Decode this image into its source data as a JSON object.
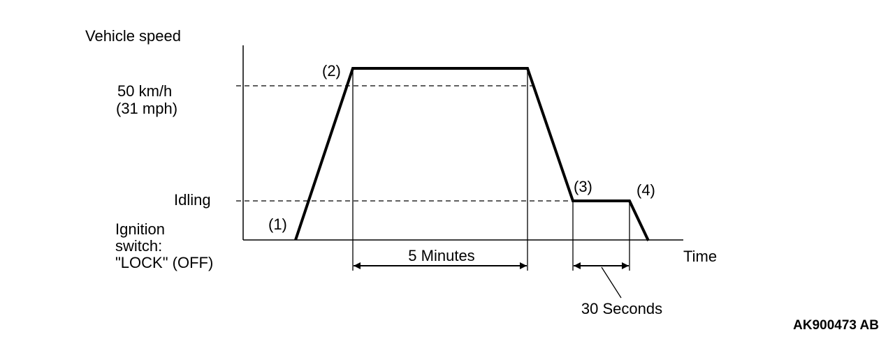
{
  "title": "Vehicle speed",
  "y_labels": {
    "speed_line1": "50 km/h",
    "speed_line2": "(31 mph)",
    "idling": "Idling",
    "ignition_line1": "Ignition",
    "ignition_line2": "switch:",
    "ignition_line3": "\"LOCK\" (OFF)"
  },
  "x_label": "Time",
  "points": {
    "p1": "(1)",
    "p2": "(2)",
    "p3": "(3)",
    "p4": "(4)"
  },
  "durations": {
    "long": "5 Minutes",
    "short": "30 Seconds"
  },
  "figure_code": "AK900473 AB"
}
